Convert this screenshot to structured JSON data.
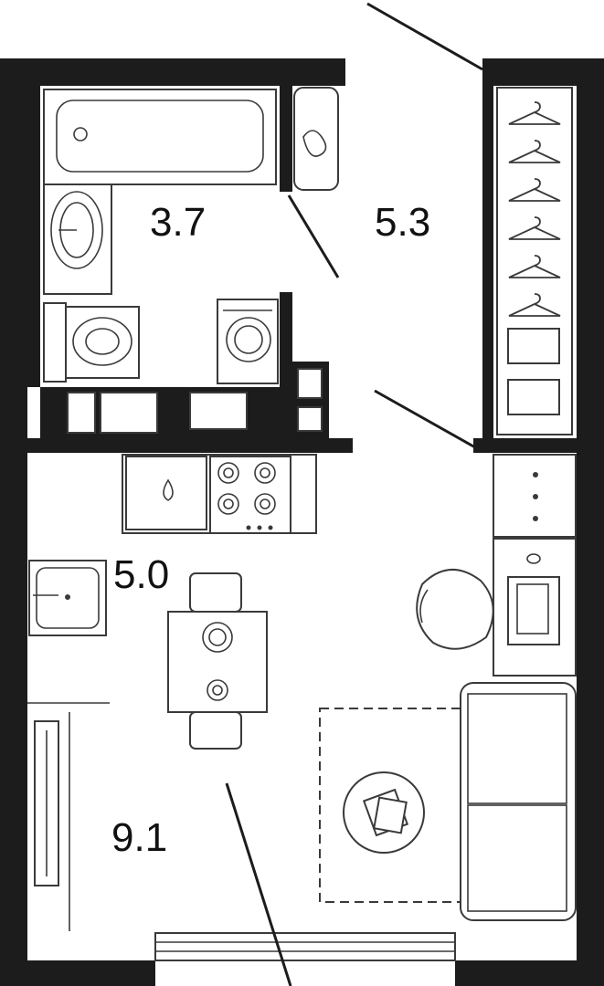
{
  "plan": {
    "rooms": [
      {
        "id": "bathroom",
        "area": "3.7"
      },
      {
        "id": "wardrobe",
        "area": "5.3"
      },
      {
        "id": "kitchen",
        "area": "5.0"
      },
      {
        "id": "living",
        "area": "9.1"
      }
    ],
    "colors": {
      "wall": "#1c1c1c",
      "fixture_stroke": "#3a3a3a",
      "background": "#ffffff"
    }
  }
}
